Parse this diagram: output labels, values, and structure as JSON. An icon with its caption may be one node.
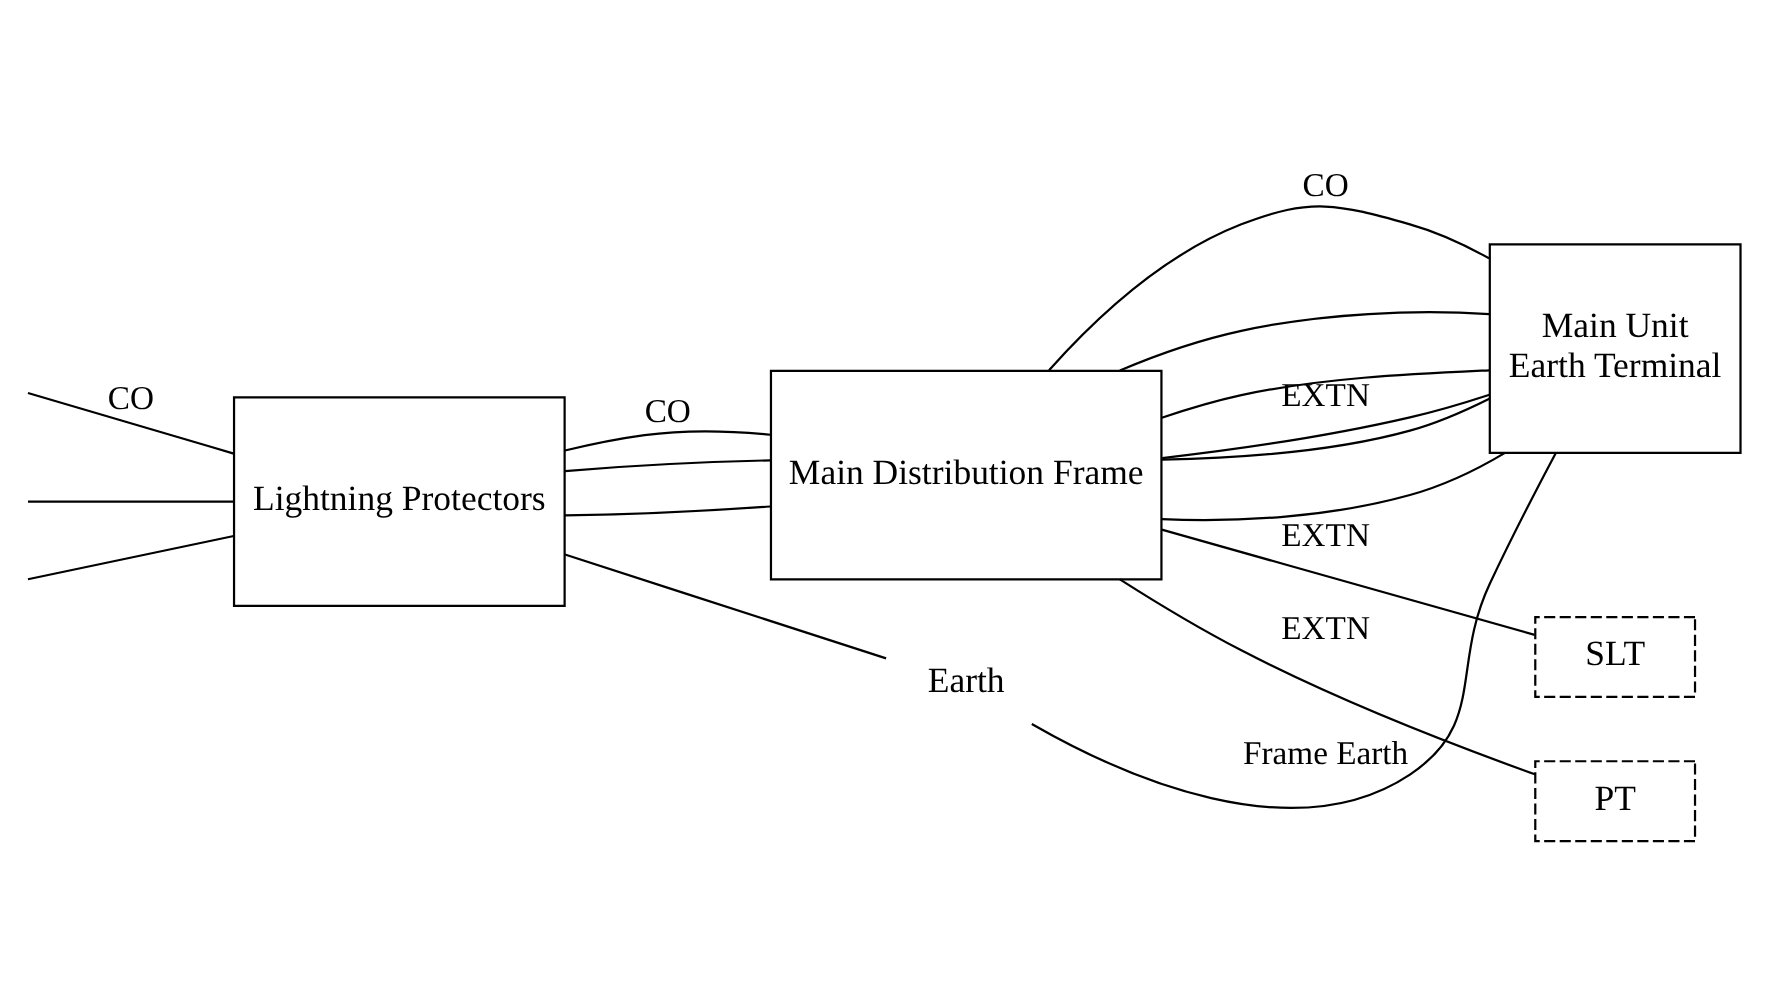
{
  "diagram": {
    "nodes": [
      {
        "text": [
          "Lightning Protectors"
        ]
      },
      {
        "text": [
          "Main Distribution Frame"
        ]
      },
      {
        "text": [
          "Main Unit",
          "Earth Terminal"
        ]
      },
      {
        "text": [
          "SLT"
        ]
      },
      {
        "text": [
          "PT"
        ]
      },
      {
        "text": [
          "Earth"
        ]
      }
    ],
    "edges": [
      {
        "from": null,
        "to": 0,
        "arrow": "none",
        "label": "CO"
      },
      {
        "from": null,
        "to": 0,
        "arrow": "none"
      },
      {
        "from": null,
        "to": 0,
        "arrow": "none"
      },
      {
        "from": 0,
        "to": 1,
        "arrow": "none",
        "label": "CO"
      },
      {
        "from": 0,
        "to": 1,
        "arrow": "none"
      },
      {
        "from": 0,
        "to": 1,
        "arrow": "none"
      },
      {
        "from": 1,
        "to": 2,
        "arrow": "none",
        "label": "CO"
      },
      {
        "from": 1,
        "to": 2,
        "arrow": "none"
      },
      {
        "from": 1,
        "to": 2,
        "arrow": "none"
      },
      {
        "from": 1,
        "to": 2,
        "arrow": "none",
        "label": "EXTN"
      },
      {
        "from": 1,
        "to": 2,
        "arrow": "none"
      },
      {
        "from": 1,
        "to": 2,
        "arrow": "none"
      },
      {
        "from": 1,
        "to": 3,
        "arrow": "none",
        "label": "EXTN"
      },
      {
        "from": 1,
        "to": 4,
        "arrow": "none",
        "label": "EXTN"
      },
      {
        "from": 0,
        "to": 5,
        "arrow": "none"
      },
      {
        "from": 2,
        "to": 5,
        "arrow": "none",
        "label": "Frame Earth"
      }
    ]
  }
}
